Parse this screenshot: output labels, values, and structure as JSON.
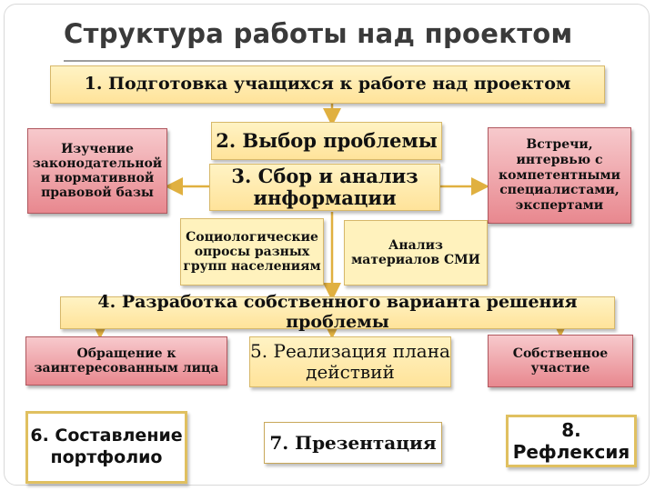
{
  "title": "Структура работы над проектом",
  "boxes": {
    "step1": "1. Подготовка учащихся к работе над проектом",
    "legal": "Изучение законодательной и нормативной правовой базы",
    "step2": "2. Выбор проблемы",
    "step3": "3. Сбор и анализ информации",
    "meetings": "Встречи, интервью с компетентными специалистами, экспертами",
    "surveys": "Социологические опросы разных групп населениям",
    "media": "Анализ материалов СМИ",
    "step4": "4. Разработка собственного варианта решения проблемы",
    "appeal": "Обращение к заинтересованным лица",
    "step5": "5. Реализация плана действий",
    "own": "Собственное участие",
    "step6": "6. Составление портфолио",
    "step7": "7. Презентация",
    "step8": "8. Рефлексия"
  },
  "colors": {
    "yellow": "#ffe39a",
    "pink": "#e8888f",
    "arrow": "#e0b040",
    "title": "#3a3a3a"
  }
}
